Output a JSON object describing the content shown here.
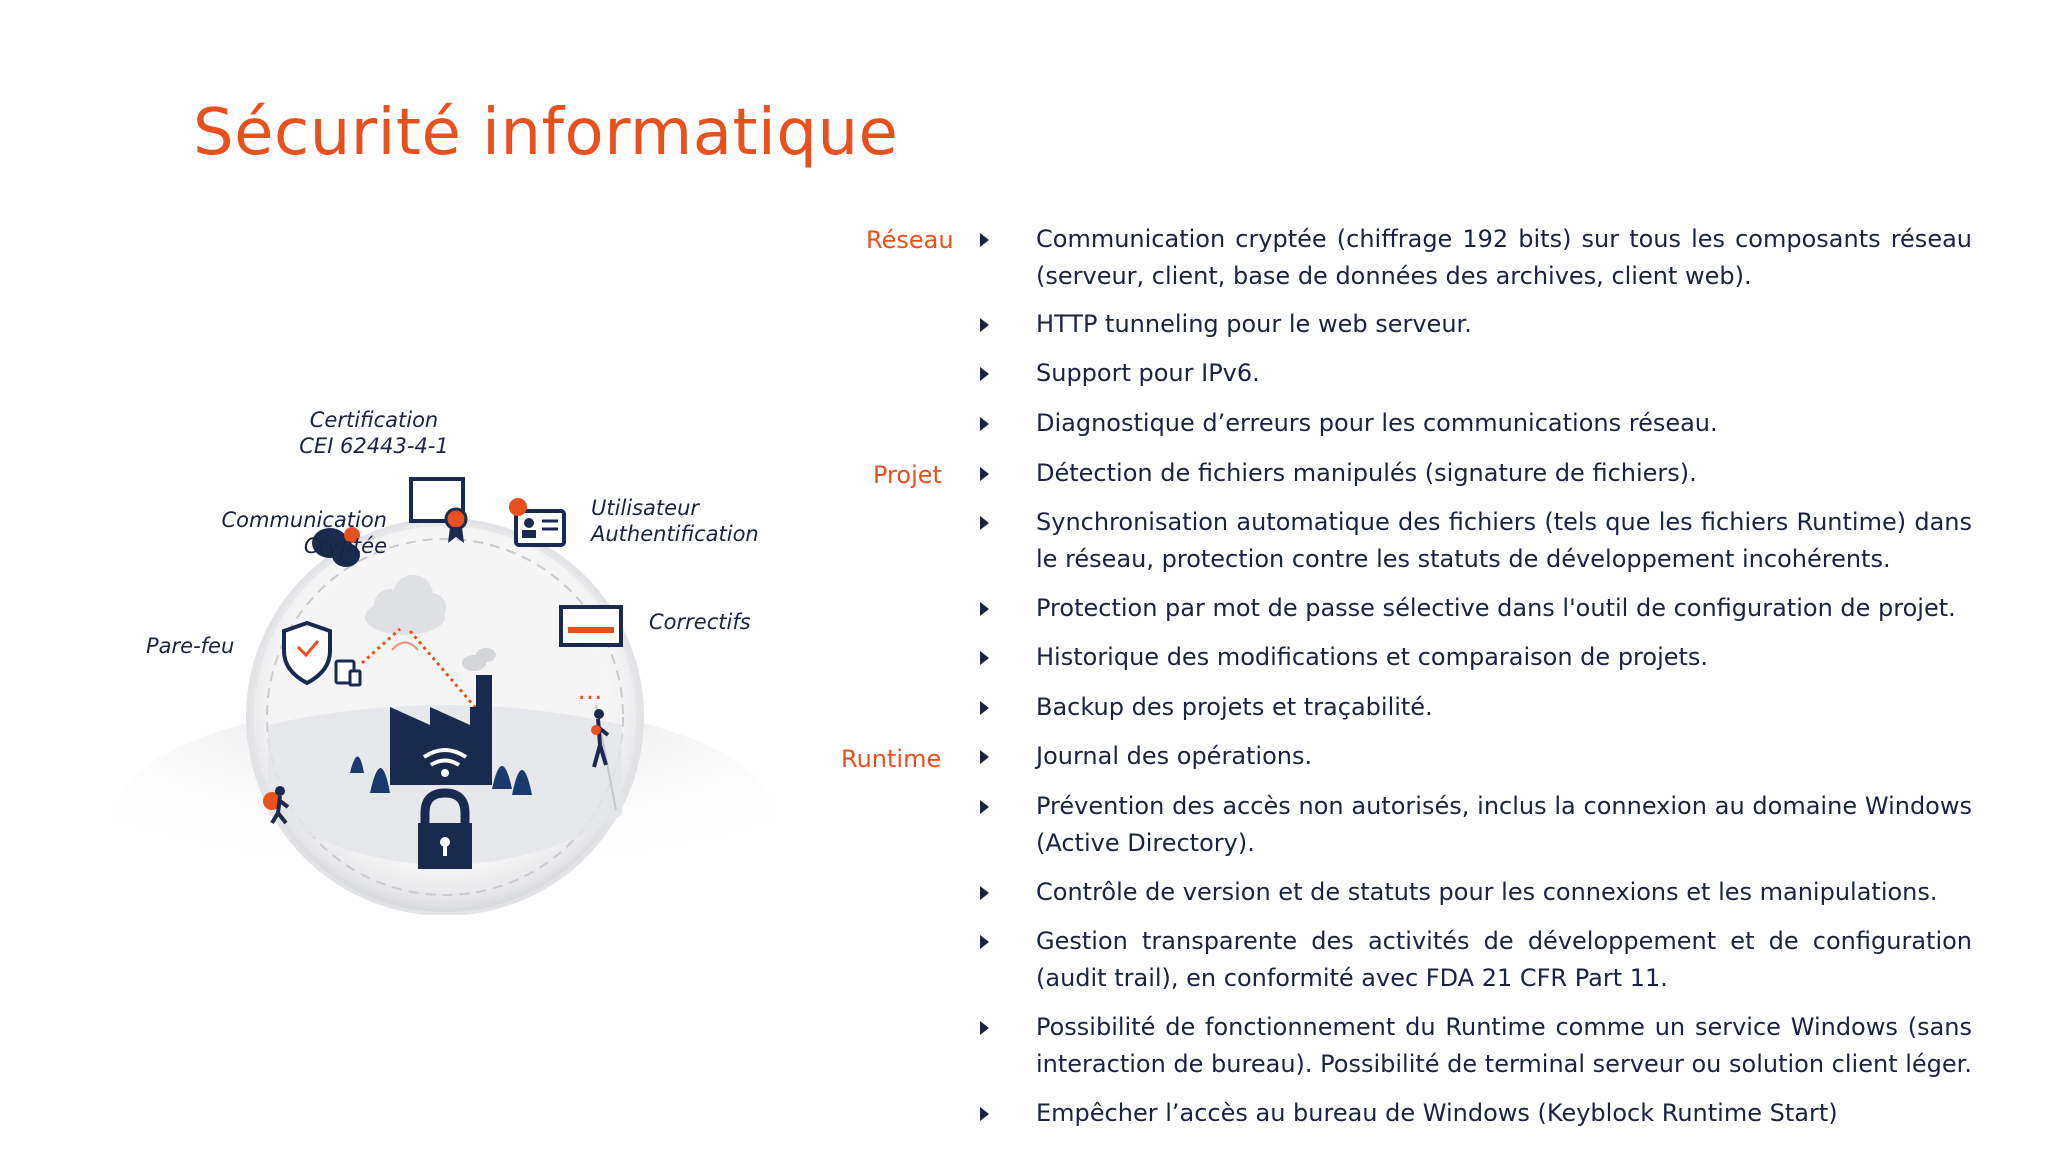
{
  "slide": {
    "title": "Sécurité informatique"
  },
  "illustration": {
    "labels": {
      "certification_line1": "Certification",
      "certification_line2": "CEI 62443-4-1",
      "communication_line1": "Communication",
      "communication_line2": "Cryptée",
      "utilisateur_line1": "Utilisateur",
      "utilisateur_line2": "Authentification",
      "correctifs": "Correctifs",
      "parefeu": "Pare-feu"
    },
    "colors": {
      "navy": "#1a2a4e",
      "orange": "#e8501e",
      "grey": "#d9dadd"
    }
  },
  "categories": {
    "reseau": "Réseau",
    "projet": "Projet",
    "runtime": "Runtime"
  },
  "bullets": [
    "Communication cryptée (chiffrage 192 bits) sur tous les composants réseau (serveur, client, base de données des archives, client web).",
    "HTTP tunneling pour le web serveur.",
    "Support pour IPv6.",
    "Diagnostique d’erreurs pour les communications réseau.",
    "Détection de fichiers manipulés (signature de fichiers).",
    "Synchronisation automatique des fichiers (tels que les fichiers Runtime) dans le réseau, protection contre les statuts de développement incohérents.",
    "Protection par mot de passe sélective dans l'outil de configuration de projet.",
    "Historique des modifications et comparaison de projets.",
    "Backup des projets et traçabilité.",
    "Journal des opérations.",
    "Prévention des accès non autorisés, inclus la connexion au domaine Windows (Active Directory).",
    "Contrôle de version et de statuts pour les connexions et les manipulations.",
    "Gestion transparente des activités de développement et de configuration (audit trail), en conformité avec FDA 21 CFR Part 11.",
    "Possibilité de fonctionnement du Runtime comme un service Windows (sans interaction de bureau). Possibilité de terminal serveur ou solution client léger.",
    "Empêcher l’accès au bureau de Windows (Keyblock Runtime Start)"
  ]
}
